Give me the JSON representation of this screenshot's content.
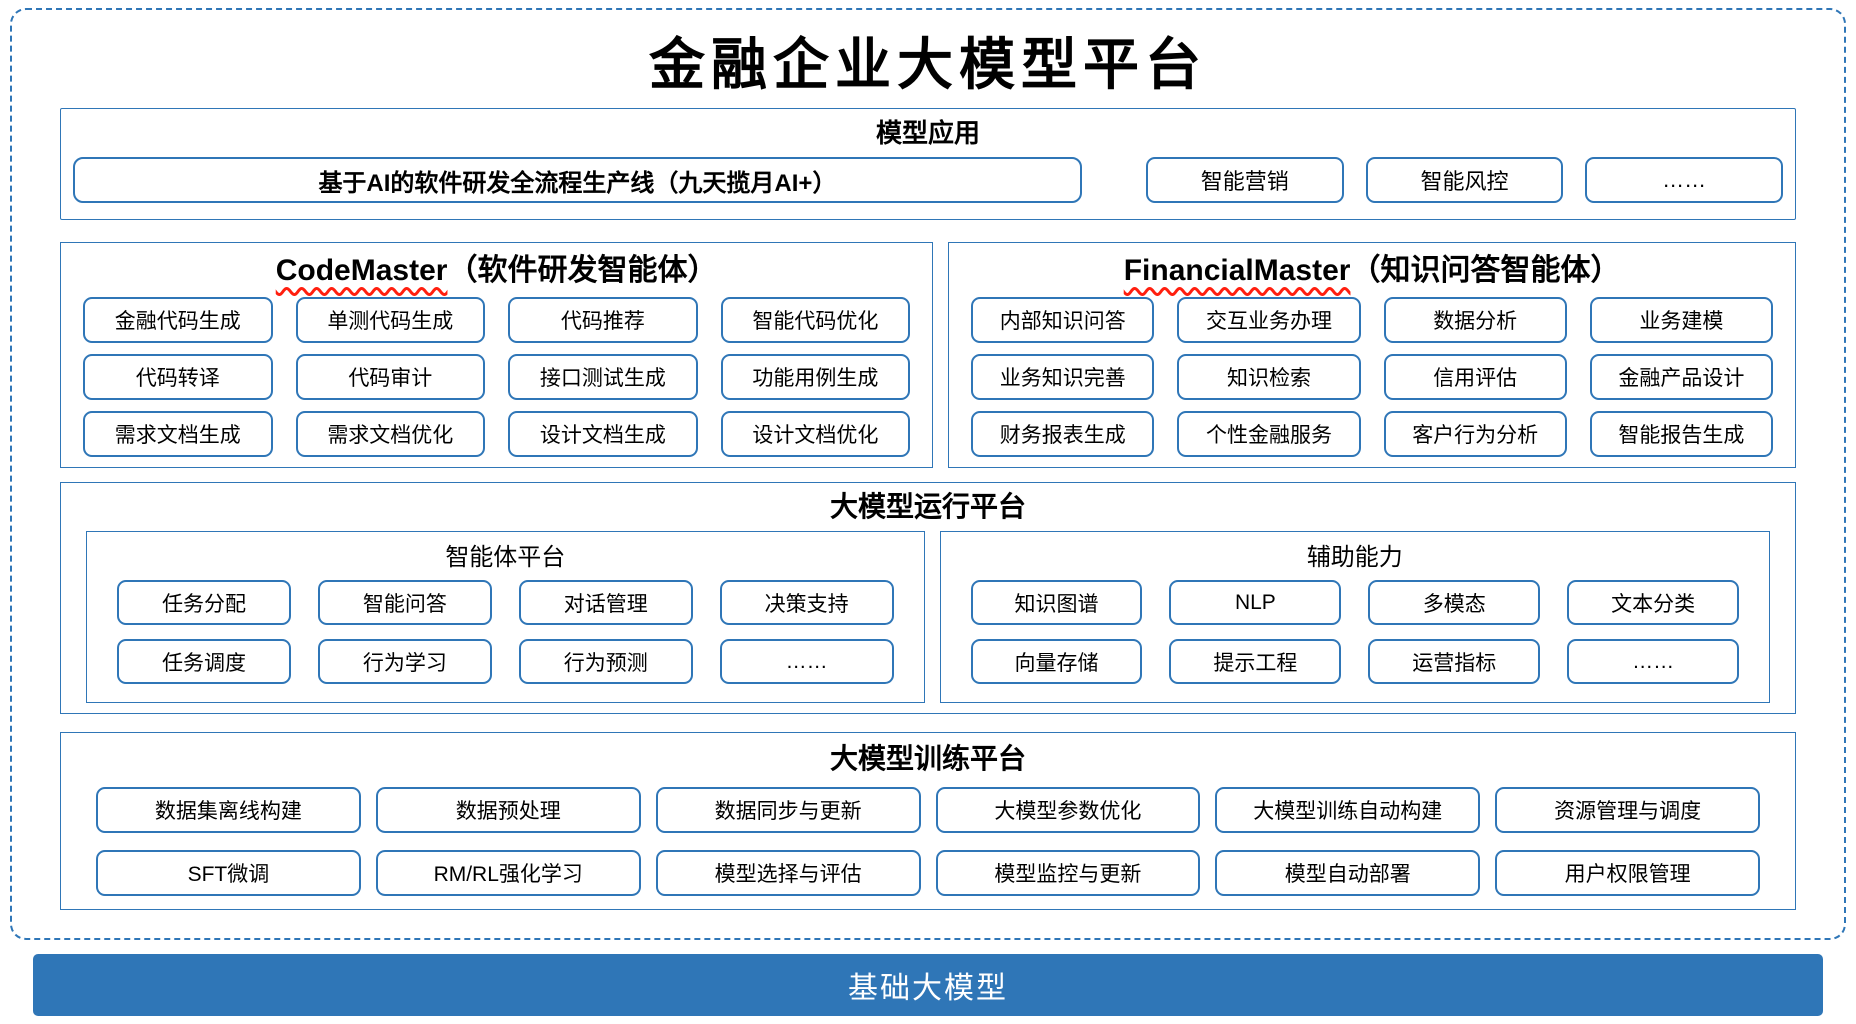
{
  "page_title": "金融企业大模型平台",
  "colors": {
    "primary_blue": "#2F76B7",
    "squiggle_red": "#FF1F0F",
    "foundation_bar_bg": "#2F76B7",
    "foundation_bar_text": "#FFFFFF"
  },
  "model_app": {
    "header": "模型应用",
    "main_button": "基于AI的软件研发全流程生产线（九天揽月AI+）",
    "buttons": [
      "智能营销",
      "智能风控",
      "……"
    ]
  },
  "agents": {
    "codemaster": {
      "title_en": "CodeMaster",
      "title_zh": "（软件研发智能体）",
      "items": [
        "金融代码生成",
        "单测代码生成",
        "代码推荐",
        "智能代码优化",
        "代码转译",
        "代码审计",
        "接口测试生成",
        "功能用例生成",
        "需求文档生成",
        "需求文档优化",
        "设计文档生成",
        "设计文档优化"
      ]
    },
    "financialmaster": {
      "title_en": "FinancialMaster",
      "title_zh": "（知识问答智能体）",
      "items": [
        "内部知识问答",
        "交互业务办理",
        "数据分析",
        "业务建模",
        "业务知识完善",
        "知识检索",
        "信用评估",
        "金融产品设计",
        "财务报表生成",
        "个性金融服务",
        "客户行为分析",
        "智能报告生成"
      ]
    }
  },
  "runtime_platform": {
    "header": "大模型运行平台",
    "agent_platform": {
      "title": "智能体平台",
      "items": [
        "任务分配",
        "智能问答",
        "对话管理",
        "决策支持",
        "任务调度",
        "行为学习",
        "行为预测",
        "……"
      ]
    },
    "auxiliary": {
      "title": "辅助能力",
      "items": [
        "知识图谱",
        "NLP",
        "多模态",
        "文本分类",
        "向量存储",
        "提示工程",
        "运营指标",
        "……"
      ]
    }
  },
  "training_platform": {
    "header": "大模型训练平台",
    "items": [
      "数据集离线构建",
      "数据预处理",
      "数据同步与更新",
      "大模型参数优化",
      "大模型训练自动构建",
      "资源管理与调度",
      "SFT微调",
      "RM/RL强化学习",
      "模型选择与评估",
      "模型监控与更新",
      "模型自动部署",
      "用户权限管理"
    ]
  },
  "foundation_bar": {
    "label": "基础大模型"
  }
}
